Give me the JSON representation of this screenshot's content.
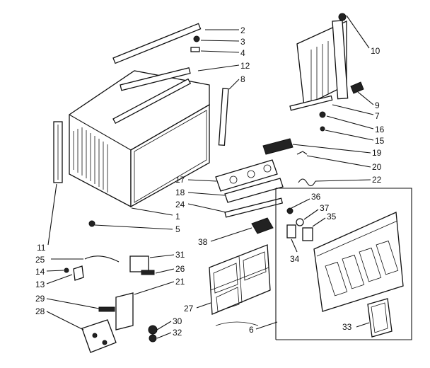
{
  "labels": [
    "2",
    "3",
    "4",
    "12",
    "8",
    "10",
    "9",
    "7",
    "16",
    "15",
    "19",
    "20",
    "22",
    "17",
    "18",
    "24",
    "1",
    "5",
    "11",
    "25",
    "14",
    "13",
    "29",
    "28",
    "31",
    "26",
    "21",
    "30",
    "32",
    "38",
    "27",
    "6",
    "36",
    "37",
    "35",
    "34",
    "33"
  ]
}
